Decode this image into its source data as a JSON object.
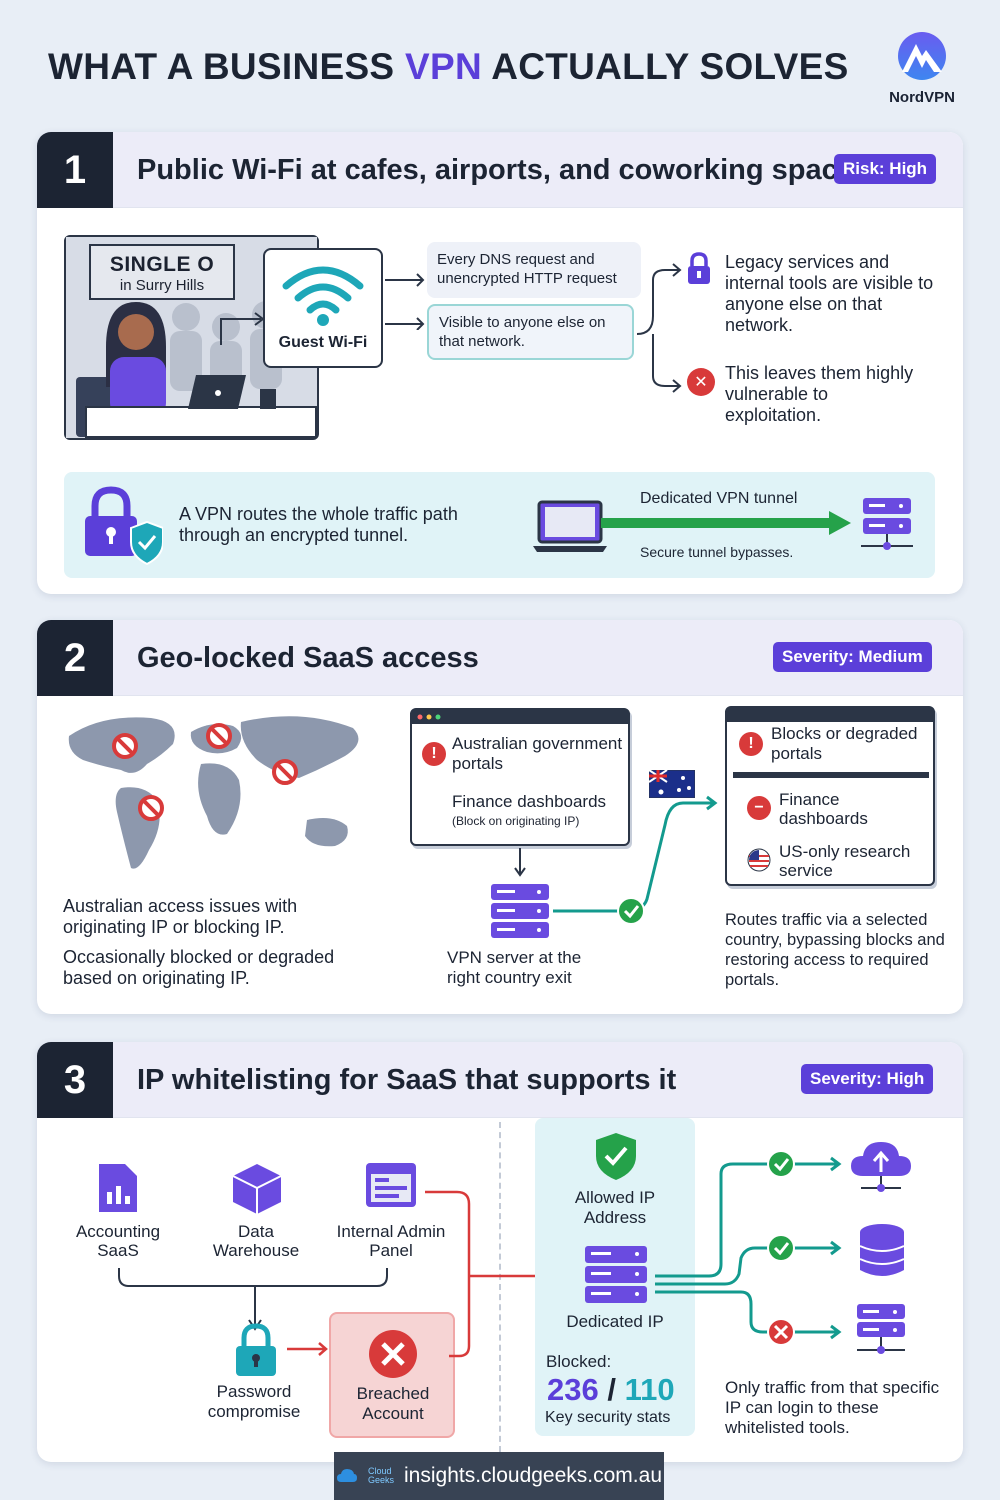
{
  "header": {
    "title_pre": "WHAT A BUSINESS ",
    "title_accent": "VPN",
    "title_post": " ACTUALLY SOLVES",
    "brand": "NordVPN"
  },
  "colors": {
    "accent": "#5b3fd9",
    "dark": "#1c2433",
    "teal": "#139a8e",
    "red": "#d83a3a",
    "green": "#25a24a"
  },
  "section1": {
    "num": "1",
    "title": "Public Wi-Fi at cafes, airports, and coworking spaces",
    "badge": "Risk: High",
    "cafe_sign_line1": "SINGLE O",
    "cafe_sign_line2": "in Surry Hills",
    "wifi_label": "Guest Wi-Fi",
    "request_text": "Every DNS request and unencrypted HTTP request",
    "visible_text": "Visible to anyone else on that network.",
    "legacy_text": "Legacy services and internal tools are visible to anyone else on that network.",
    "vulnerable_text": "This leaves them highly vulnerable to exploitation.",
    "vpn_text": "A VPN routes the whole traffic path through an encrypted tunnel.",
    "tunnel_label": "Dedicated VPN tunnel",
    "tunnel_sub": "Secure tunnel bypasses."
  },
  "section2": {
    "num": "2",
    "title": "Geo-locked SaaS access",
    "badge": "Severity: Medium",
    "map_text1": "Australian access issues with originating IP or blocking IP.",
    "map_text2": "Occasionally blocked or degraded based on originating IP.",
    "portal1": "Australian government portals",
    "portal2": "Finance dashboards",
    "portal2_note": "(Block on originating IP)",
    "vpn_server": "VPN server at the right country exit",
    "result1": "Blocks or degraded portals",
    "result2": "Finance dashboards",
    "result3": "US-only research service",
    "routes_text": "Routes traffic via a selected country, bypassing blocks and restoring access to required portals."
  },
  "section3": {
    "num": "3",
    "title": "IP whitelisting for SaaS that supports it",
    "badge": "Severity: High",
    "tool1": "Accounting SaaS",
    "tool2": "Data Warehouse",
    "tool3": "Internal Admin Panel",
    "password": "Password compromise",
    "breached": "Breached Account",
    "allowed": "Allowed IP Address",
    "dedicated": "Dedicated IP",
    "blocked_label": "Blocked:",
    "stat_a": "236",
    "stat_sep": "/",
    "stat_b": "110",
    "stats_label": "Key security stats",
    "only_text": "Only traffic from that specific IP can login to these whitelisted tools."
  },
  "footer": {
    "logo_line1": "Cloud",
    "logo_line2": "Geeks",
    "url": "insights.cloudgeeks.com.au"
  }
}
